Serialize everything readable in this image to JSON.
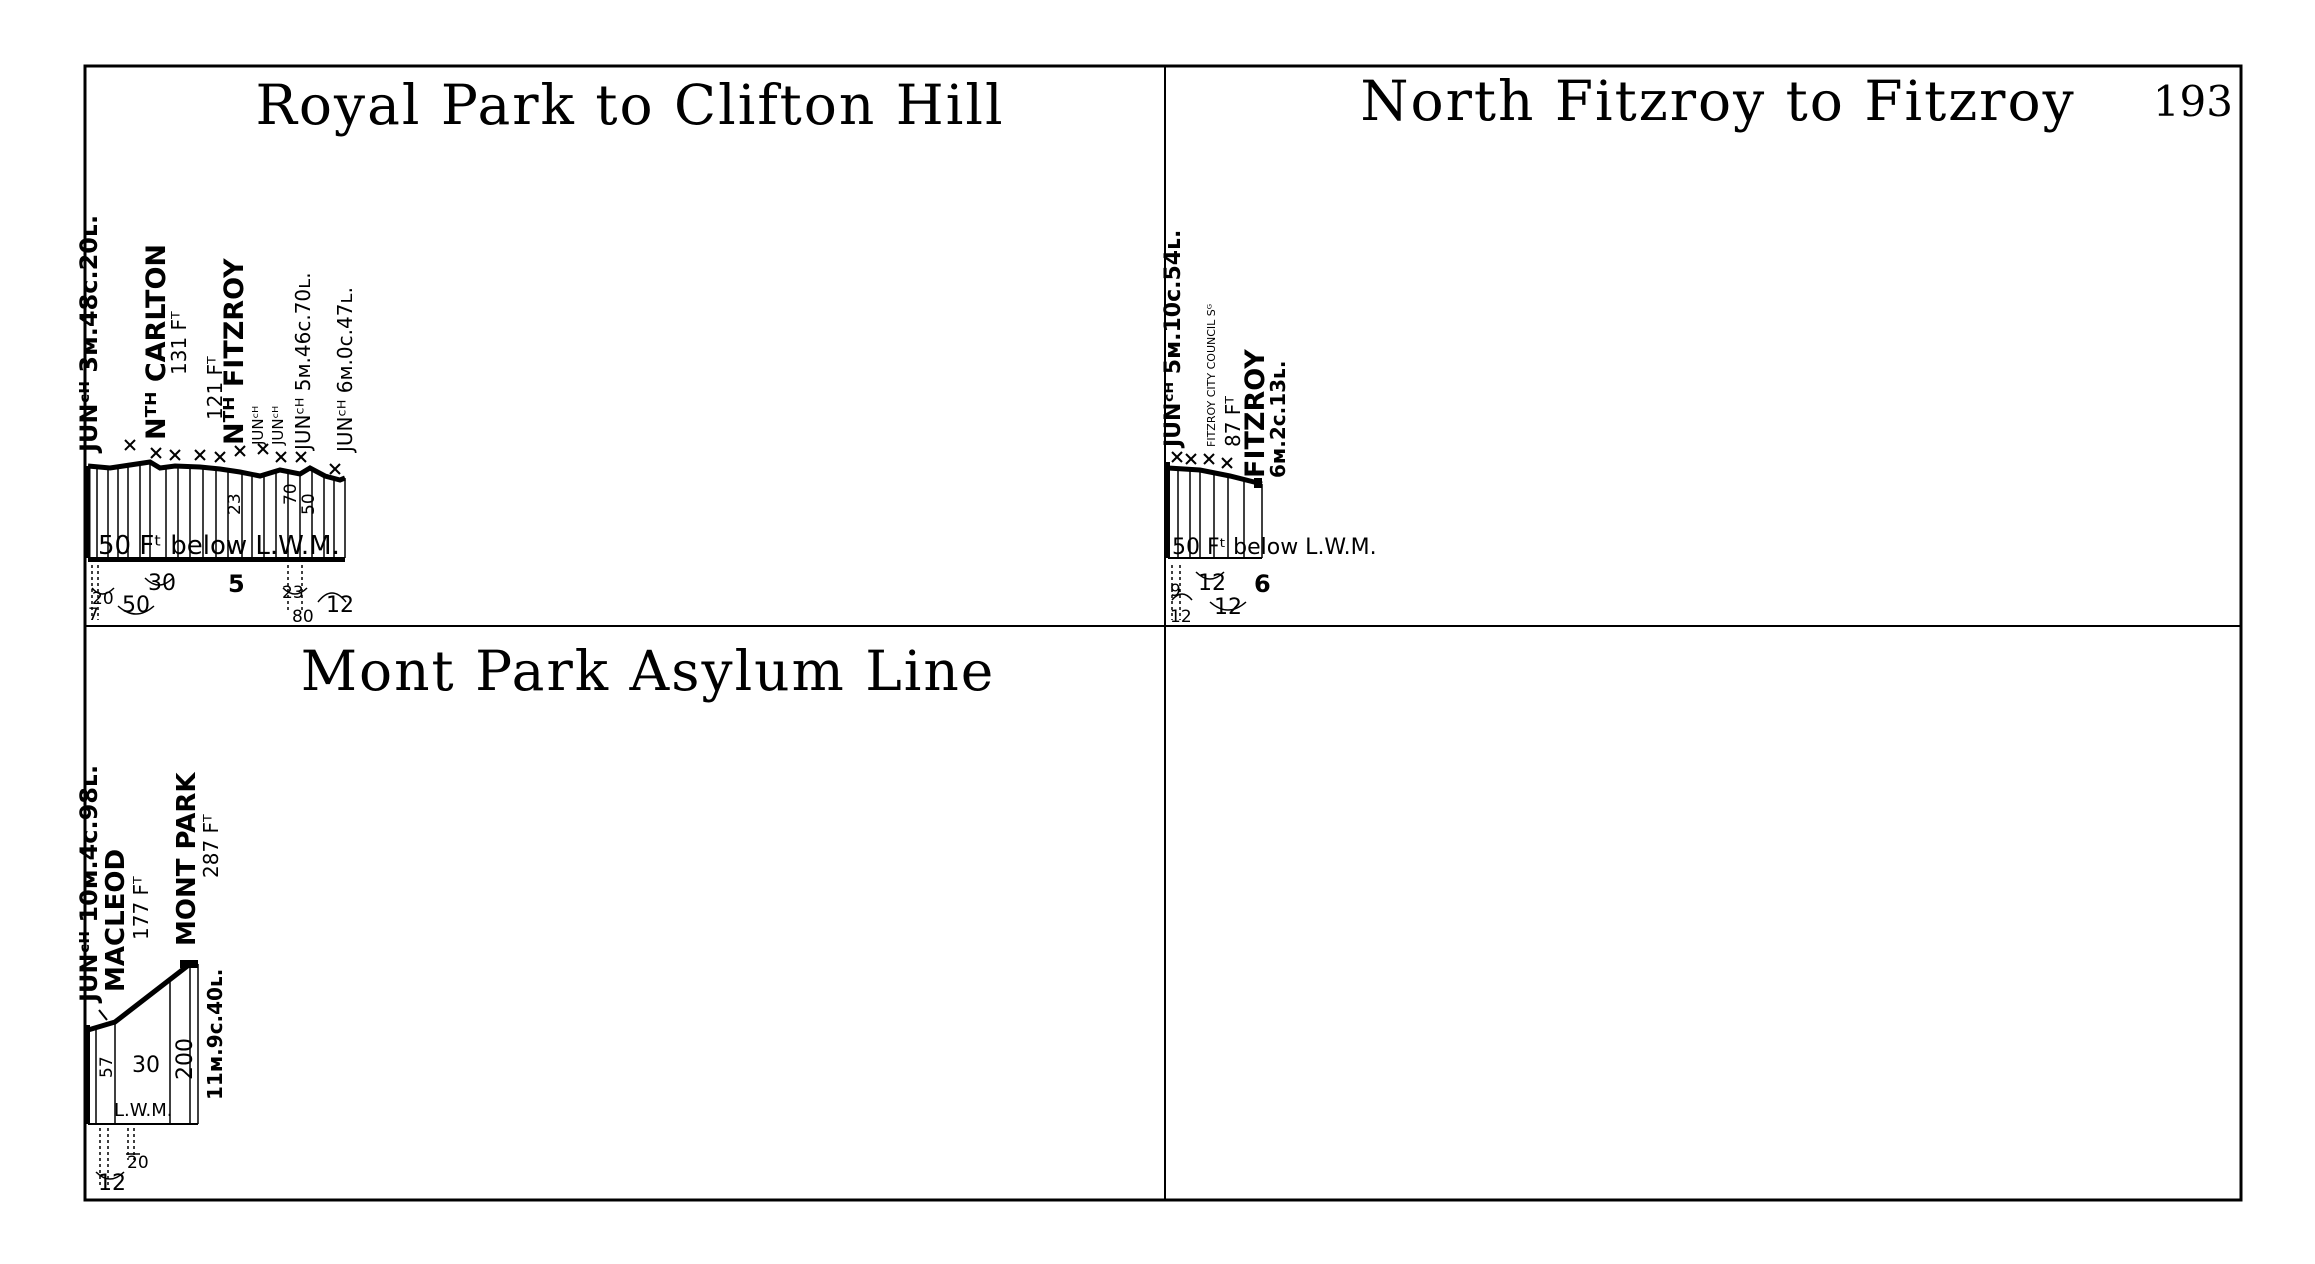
{
  "page_number": "193",
  "panels": [
    {
      "title": "Royal Park to Clifton Hill",
      "labels": {
        "junction1": "JUNᶜᴴ 3ᴍ.48ᴄ.20ʟ.",
        "nth_carlton": "Nᵀᴴ CARLTON",
        "carlton_height": "131 Fᵀ",
        "fitzroy_height": "121 Fᵀ",
        "nth_fitzroy": "Nᵀᴴ FITZROY",
        "junction2": "JUNᶜᴴ",
        "junction3": "JUNᶜᴴ",
        "junction4": "JUNᶜᴴ 5ᴍ.46ᴄ.70ʟ.",
        "junction5": "JUNᶜᴴ 6ᴍ.0ᴄ.47ʟ."
      },
      "datum": "50 Fᵗ below L.W.M.",
      "mile_mark": "5",
      "grades": [
        "23",
        "70",
        "50"
      ],
      "radii": [
        "20",
        "50",
        "30",
        "23",
        "80",
        "12",
        "7"
      ]
    },
    {
      "title": "North Fitzroy to Fitzroy",
      "labels": {
        "junction": "JUNᶜᴴ 5ᴍ.10ᴄ.54ʟ.",
        "siding": "FITZROY CITY COUNCIL Sᴳ",
        "height": "87 Fᵀ",
        "station": "FITZROY",
        "mileage": "6ᴍ.2ᴄ.13ʟ."
      },
      "datum": "50 Fᵗ below L.W.M.",
      "mile_mark": "6",
      "radii": [
        "9",
        "12",
        "12",
        "12"
      ]
    },
    {
      "title": "Mont Park Asylum Line",
      "labels": {
        "junction": "JUNᶜᴴ 10ᴍ.4ᴄ.98ʟ.",
        "macleod": "MACLEOD",
        "macleod_height": "177 Fᵀ",
        "mont_park": "MONT PARK",
        "mont_park_height": "287 Fᵀ",
        "end_mileage": "11ᴍ.9ᴄ.40ʟ."
      },
      "grades": [
        "57",
        "30",
        "200"
      ],
      "datum": "L.W.M.",
      "radii": [
        "12",
        "20"
      ]
    }
  ],
  "colors": {
    "ink": "#000000",
    "paper": "#ffffff"
  }
}
